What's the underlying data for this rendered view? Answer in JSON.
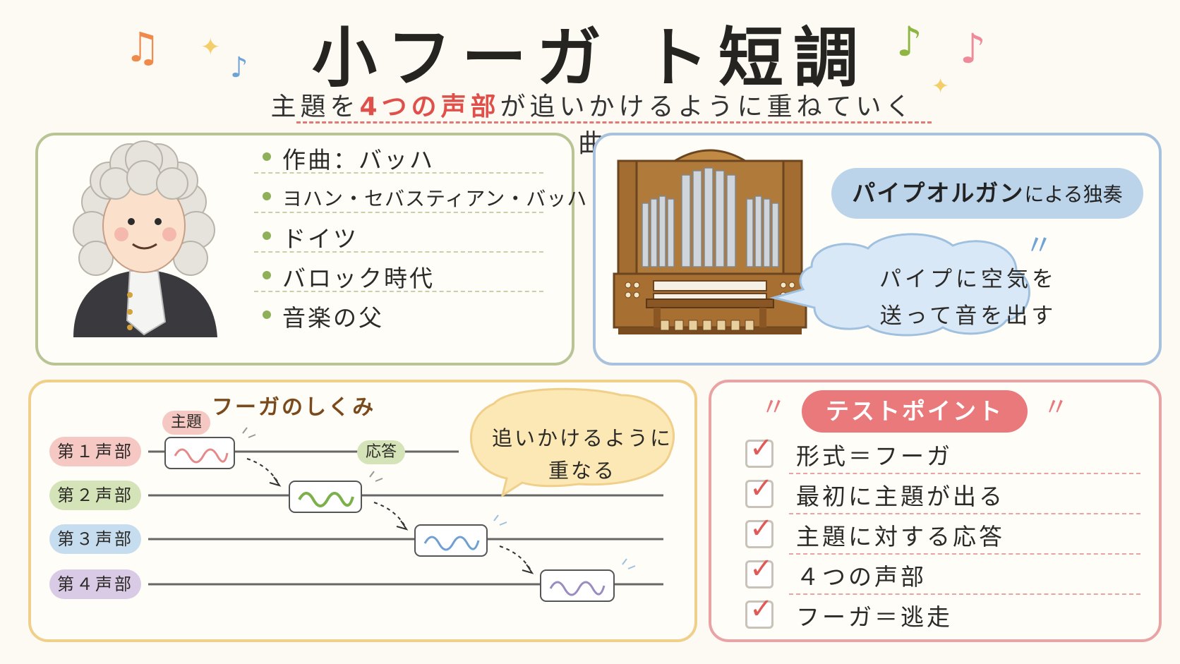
{
  "header": {
    "title": "小フーガ ト短調",
    "subtitle_parts": [
      "主題を",
      "4つの声部",
      "が追いかけるように重ねていく曲"
    ]
  },
  "composer": {
    "facts": [
      "作曲：バッハ",
      "ヨハン・セバスティアン・バッハ",
      "ドイツ",
      "バロック時代",
      "音楽の父"
    ]
  },
  "organ": {
    "title_main": "パイプオルガン",
    "title_suffix": "による独奏",
    "bubble_lines": [
      "パイプに空気を",
      "送って音を出す"
    ]
  },
  "fugue": {
    "title": "フーガのしくみ",
    "theme_label": "主題",
    "answer_label": "応答",
    "voices": [
      "第１声部",
      "第２声部",
      "第３声部",
      "第４声部"
    ],
    "bubble_lines": [
      "追いかけるように",
      "重なる"
    ]
  },
  "test": {
    "title": "テストポイント",
    "items": [
      "形式＝フーガ",
      "最初に主題が出る",
      "主題に対する応答",
      "４つの声部",
      "フーガ＝逃走"
    ]
  },
  "colors": {
    "accent_red": "#e0504b",
    "voice1": "#f6c8c3",
    "voice2": "#d4e3b8",
    "voice3": "#c6dcef",
    "voice4": "#d9cbe6",
    "wave1": "#e58a8a",
    "wave2": "#7bb04a",
    "wave3": "#6f9fd3",
    "wave4": "#9a8cc0"
  },
  "icons": [
    "music-note-icon",
    "sparkle-icon",
    "check-icon",
    "speech-bubble-icon"
  ]
}
